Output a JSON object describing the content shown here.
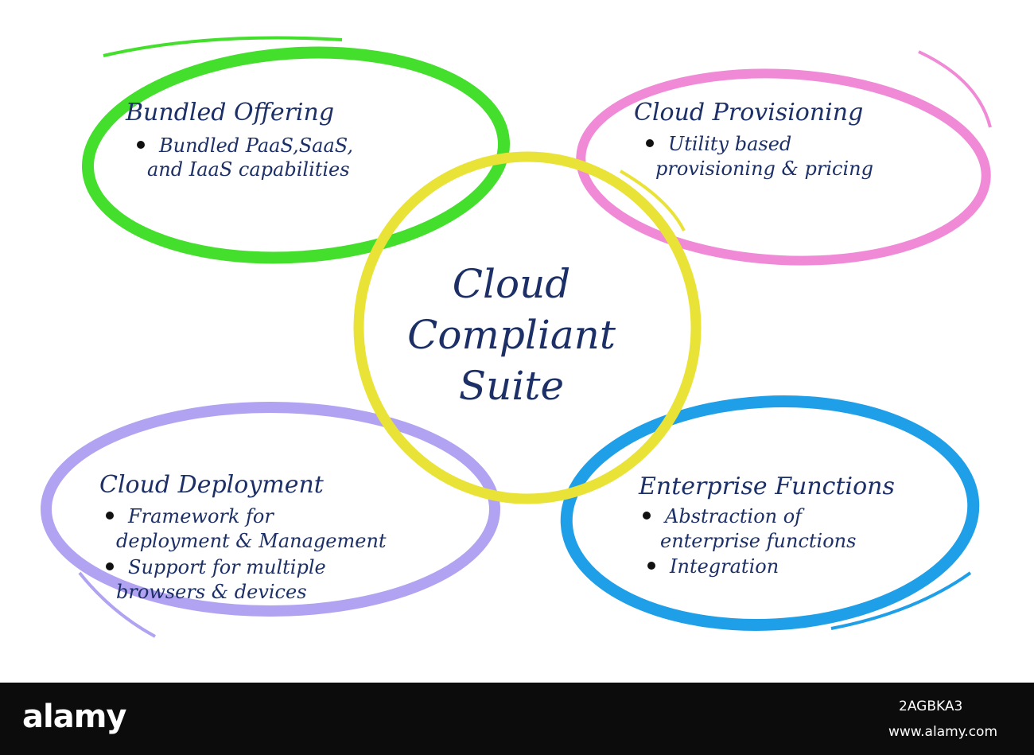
{
  "center": {
    "line1": "Cloud",
    "line2": "Compliant",
    "line3": "Suite",
    "color": "#e9e337"
  },
  "nodes": [
    {
      "title": "Bundled Offering",
      "color": "#44de2c",
      "items": [
        {
          "l1": "Bundled PaaS,SaaS,",
          "l2": "and IaaS capabilities"
        }
      ]
    },
    {
      "title": "Cloud Provisioning",
      "color": "#f08ad6",
      "items": [
        {
          "l1": "Utility based",
          "l2": "provisioning & pricing"
        }
      ]
    },
    {
      "title": "Cloud Deployment",
      "color": "#b1a3f2",
      "items": [
        {
          "l1": "Framework for",
          "l2": "deployment & Management"
        },
        {
          "l1": "Support for multiple",
          "l2": "browsers & devices"
        }
      ]
    },
    {
      "title": "Enterprise Functions",
      "color": "#1e9fe8",
      "items": [
        {
          "l1": "Abstraction of",
          "l2": "enterprise functions"
        },
        {
          "l1": "Integration",
          "l2": ""
        }
      ]
    }
  ],
  "footer": {
    "logo": "alamy",
    "image_id": "2AGBKA3",
    "site": "www.alamy.com"
  },
  "colors": {
    "text": "#1c2f66",
    "footer_bg": "#0c0c0c"
  }
}
